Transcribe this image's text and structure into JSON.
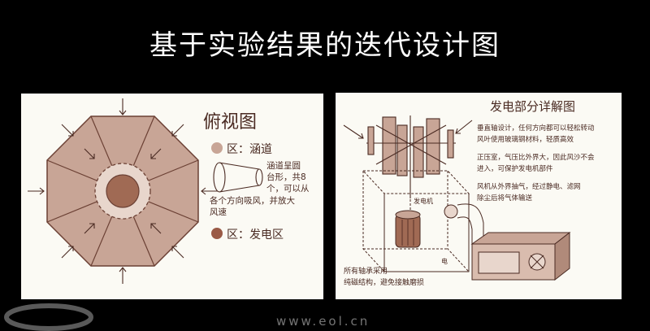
{
  "slide": {
    "title": "基于实验结果的迭代设计图"
  },
  "top_view": {
    "title": "俯视图",
    "legend_channel": "区：涵道",
    "legend_generator": "区：发电区",
    "note": [
      "涵道呈圆",
      "台形，共8",
      "个，可以从",
      "各个方向吸风，并放大",
      "风速"
    ]
  },
  "detail_view": {
    "title": "发电部分详解图",
    "notes": [
      "垂直轴设计，任何方向都可以轻松转动",
      "风叶使用玻璃钢材料，轻质高效",
      "正压室，气压比外界大，因此风沙不会",
      "进入，可保护发电机部件",
      "风机从外界抽气，经过静电、滤网",
      "除尘后将气体输送"
    ],
    "generator_label": "发电机",
    "electric_label": "电",
    "bottom_note": [
      "所有轴承采用",
      "纯磁结构，避免接触磨损"
    ]
  },
  "colors": {
    "brown": "#c8a596",
    "brown_dark": "#9a6a5a",
    "core": "#a06a54",
    "ink": "#4a2a22",
    "paper": "#fbfaf4"
  },
  "watermark": {
    "text": "www.eol.cn"
  }
}
